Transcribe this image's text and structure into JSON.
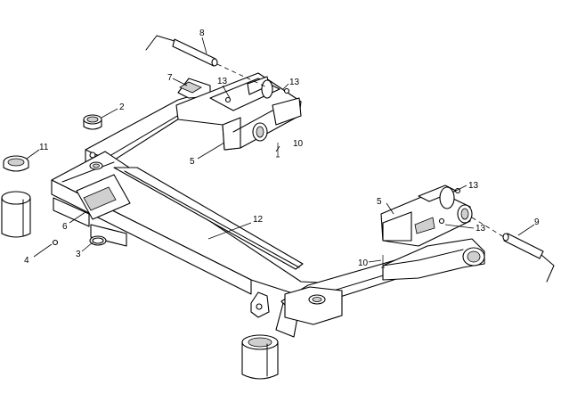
{
  "callouts": [
    {
      "id": "c8",
      "text": "8"
    },
    {
      "id": "c7",
      "text": "7"
    },
    {
      "id": "c13a",
      "text": "13"
    },
    {
      "id": "c13b",
      "text": "13"
    },
    {
      "id": "c2",
      "text": "2"
    },
    {
      "id": "c11",
      "text": "11"
    },
    {
      "id": "c5a",
      "text": "5"
    },
    {
      "id": "c10a",
      "text": "10"
    },
    {
      "id": "c6",
      "text": "6"
    },
    {
      "id": "c12",
      "text": "12"
    },
    {
      "id": "c4",
      "text": "4"
    },
    {
      "id": "c3",
      "text": "3"
    },
    {
      "id": "c13c",
      "text": "13"
    },
    {
      "id": "c5b",
      "text": "5"
    },
    {
      "id": "c13d",
      "text": "13"
    },
    {
      "id": "c9",
      "text": "9"
    },
    {
      "id": "c10b",
      "text": "10"
    }
  ]
}
